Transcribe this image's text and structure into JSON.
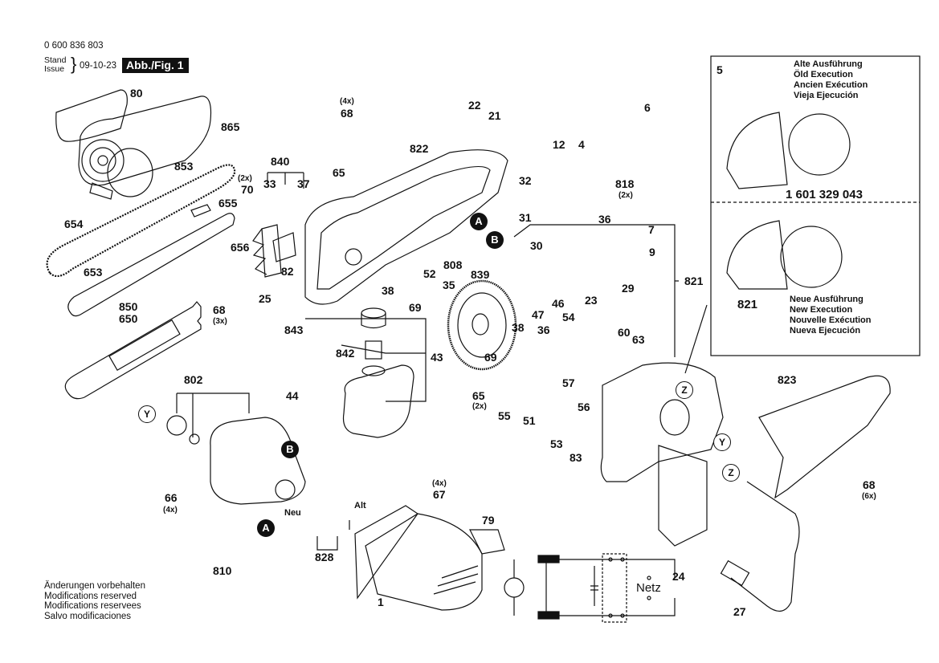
{
  "header": {
    "part_number": "0 600 836 803",
    "stand_label": "Stand",
    "issue_label": "Issue",
    "date": "09-10-23",
    "figure_label": "Abb./Fig. 1"
  },
  "footer": {
    "lines": [
      "Änderungen vorbehalten",
      "Modifications reserved",
      "Modifications reservees",
      "Salvo modificaciones"
    ]
  },
  "inset_old": {
    "title_lines": [
      "Alte Ausführung",
      "Öld Execution",
      "Ancien Exécution",
      "Vieja Ejecución"
    ],
    "part_number": "1 601 329 043"
  },
  "inset_new": {
    "part_label": "821",
    "title_lines": [
      "Neue Ausführung",
      "New Execution",
      "Nouvelle Exécution",
      "Nueva Ejecución"
    ]
  },
  "markers": {
    "A": "A",
    "B": "B",
    "Y": "Y",
    "Z": "Z"
  },
  "circuit": {
    "label": "Netz"
  },
  "parts": {
    "p80": "80",
    "p865": "865",
    "p853": "853",
    "p655": "655",
    "p654": "654",
    "p656": "656",
    "p653": "653",
    "p850": "850",
    "p650": "650",
    "p70": "70",
    "p70q": "(2x)",
    "p840": "840",
    "p33": "33",
    "p37": "37",
    "p82": "82",
    "p25": "25",
    "p68a": "68",
    "p68aq": "(3x)",
    "p68b": "68",
    "p68bq": "(4x)",
    "p65a": "65",
    "p822": "822",
    "p22": "22",
    "p21": "21",
    "p12": "12",
    "p4": "4",
    "p6": "6",
    "p5": "5",
    "p818": "818",
    "p818q": "(2x)",
    "p32": "32",
    "p31": "31",
    "p808": "808",
    "p38a": "38",
    "p69a": "69",
    "p52": "52",
    "p35": "35",
    "p839": "839",
    "p843": "843",
    "p842": "842",
    "p43": "43",
    "p44": "44",
    "p36a": "36",
    "p7": "7",
    "p30": "30",
    "p9": "9",
    "p29": "29",
    "p23": "23",
    "p46": "46",
    "p47": "47",
    "p821": "821",
    "p38b": "38",
    "p69b": "69",
    "p36b": "36",
    "p54": "54",
    "p60": "60",
    "p63": "63",
    "p65b": "65",
    "p65bq": "(2x)",
    "p55": "55",
    "p51": "51",
    "p57": "57",
    "p56": "56",
    "p53": "53",
    "p83": "83",
    "p823": "823",
    "p68c": "68",
    "p68cq": "(6x)",
    "p802": "802",
    "p66": "66",
    "p66q": "(4x)",
    "p810": "810",
    "p828": "828",
    "p67": "67",
    "p67q": "(4x)",
    "p79": "79",
    "p1": "1",
    "p24": "24",
    "p27": "27",
    "neu": "Neu",
    "alt": "Alt"
  }
}
